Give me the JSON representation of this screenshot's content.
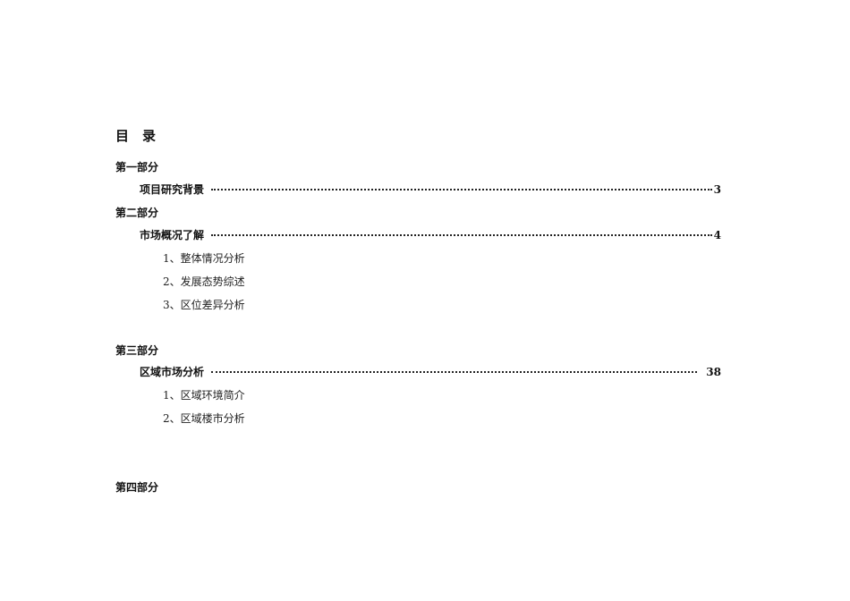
{
  "toc": {
    "title_char1": "目",
    "title_char2": "录",
    "parts": [
      {
        "heading": "第一部分",
        "entry": {
          "label": "项目研究背景",
          "page": "3"
        },
        "subitems": []
      },
      {
        "heading": "第二部分",
        "entry": {
          "label": "市场概况了解",
          "page": "4"
        },
        "subitems": [
          "1、整体情况分析",
          "2、发展态势综述",
          "3、区位差异分析"
        ]
      },
      {
        "heading": "第三部分",
        "entry": {
          "label": "区域市场分析",
          "page": "38"
        },
        "subitems": [
          "1、区域环境简介",
          "2、区域楼市分析"
        ]
      },
      {
        "heading": "第四部分"
      }
    ]
  }
}
